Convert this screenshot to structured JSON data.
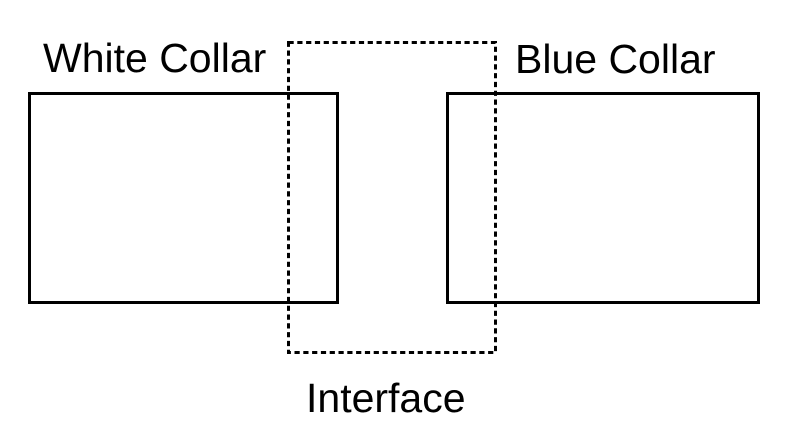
{
  "diagram": {
    "type": "block-overlap-diagram",
    "colors": {
      "background": "#ffffff",
      "line": "#000000",
      "text": "#000000"
    },
    "nodes": [
      {
        "id": "white-collar",
        "label": "White Collar",
        "border_style": "solid"
      },
      {
        "id": "blue-collar",
        "label": "Blue Collar",
        "border_style": "solid"
      },
      {
        "id": "interface",
        "label": "Interface",
        "border_style": "dashed"
      }
    ],
    "relationships": [
      {
        "from": "interface",
        "to": "white-collar",
        "type": "overlaps"
      },
      {
        "from": "interface",
        "to": "blue-collar",
        "type": "overlaps"
      }
    ]
  }
}
